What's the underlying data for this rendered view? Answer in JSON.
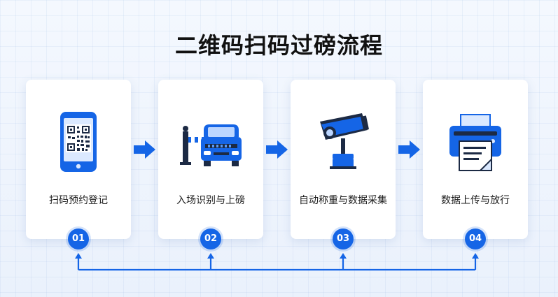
{
  "title": "二维码扫码过磅流程",
  "steps": [
    {
      "label": "扫码预约登记",
      "number": "01",
      "icon": "qr-phone-icon"
    },
    {
      "label": "入场识别与上磅",
      "number": "02",
      "icon": "truck-barrier-icon"
    },
    {
      "label": "自动称重与数据采集",
      "number": "03",
      "icon": "camera-icon"
    },
    {
      "label": "数据上传与放行",
      "number": "04",
      "icon": "printer-icon"
    }
  ],
  "colors": {
    "accent": "#1565e6",
    "accent_light": "#5b9bf6",
    "title": "#111111"
  }
}
